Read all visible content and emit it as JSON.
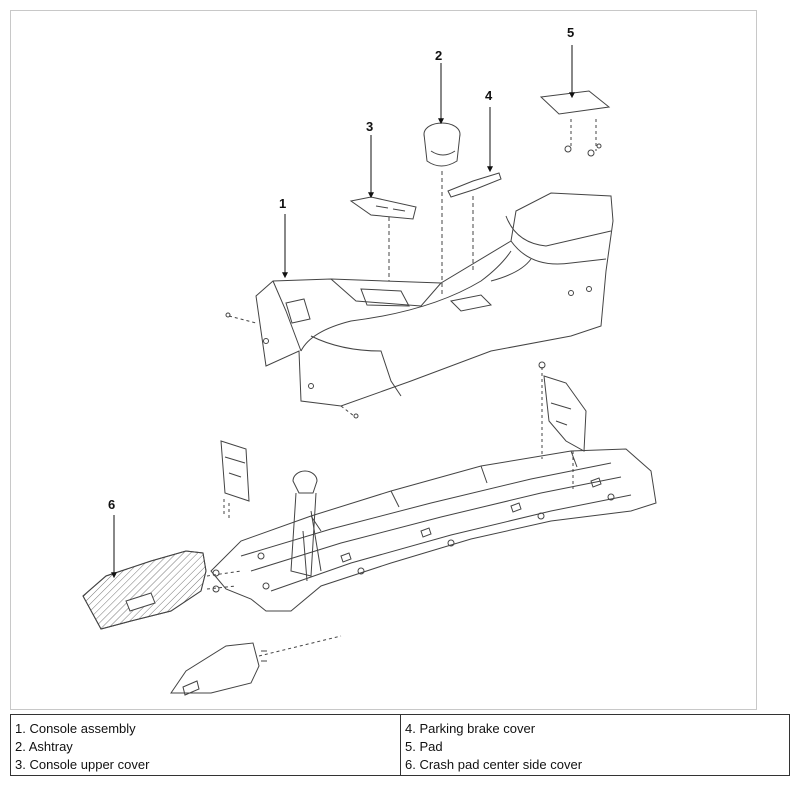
{
  "diagram": {
    "callouts": [
      "1",
      "2",
      "3",
      "4",
      "5",
      "6"
    ]
  },
  "legend": {
    "left": [
      "1. Console assembly",
      "2. Ashtray",
      "3. Console upper cover"
    ],
    "right": [
      "4. Parking brake cover",
      "5. Pad",
      "6. Crash pad center side cover"
    ]
  },
  "colors": {
    "line": "#444444",
    "fill": "#ffffff",
    "hatch": "#777777",
    "frame_border": "#c8c8c8"
  }
}
